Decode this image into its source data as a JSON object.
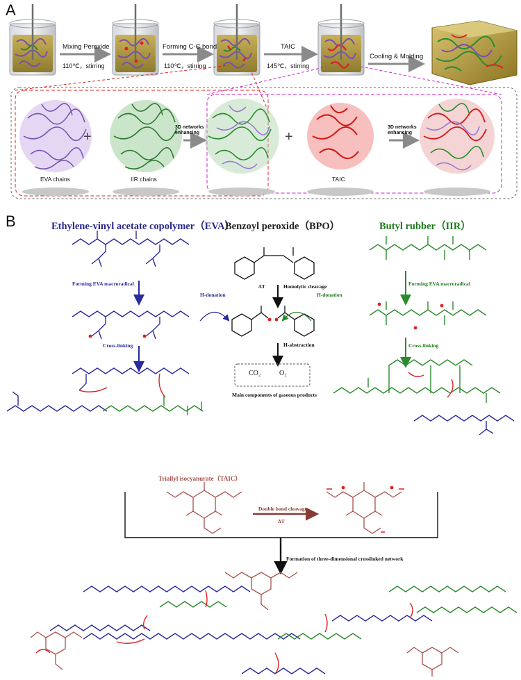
{
  "panel_a": {
    "letter": "A",
    "steps": [
      {
        "label": "Mixing Peroxide",
        "condition": "110℃，stirring"
      },
      {
        "label": "Forming C-C bond",
        "condition": "110℃，stirring"
      },
      {
        "label": "TAIC",
        "condition": "145℃，stirring"
      },
      {
        "label": "Cooling & Molding",
        "condition": ""
      }
    ],
    "chains": {
      "eva": "EVA chains",
      "iir": "IIR chains",
      "taic": "TAIC",
      "plus": "+"
    },
    "network_label_line1": "3D networks",
    "network_label_line2": "enhancing"
  },
  "panel_b": {
    "letter": "B",
    "eva_title": "Ethylene-vinyl acetate copolymer（EVA）",
    "bpo_title": "Benzoyl peroxide（BPO）",
    "iir_title": "Butyl rubber（IIR）",
    "eva_step1": "Forming EVA macroradical",
    "eva_step2": "Cross-linking",
    "iir_step1": "Forming EVA macroradical",
    "iir_step2": "Cross-linking",
    "h_donation_left": "H-donation",
    "h_donation_right": "H-donation",
    "delta_t": "ΔT",
    "homolytic": "Homolytic cleavage",
    "h_abstraction": "H-abstraction",
    "co2": "CO₂",
    "o2": "O₂",
    "gas_caption": "Main components of gaseous products",
    "taic_title": "Triallyl isocyanurate（TAIC）",
    "double_bond": "Double bond cleavage",
    "delta_t2": "ΔT",
    "formation": "Formation of three-dimensional crosslinked network"
  },
  "colors": {
    "eva": "#2a2a9a",
    "iir": "#2b8a2b",
    "taic": "#a8504a",
    "link": "#e02020",
    "radical": "#e02020"
  }
}
